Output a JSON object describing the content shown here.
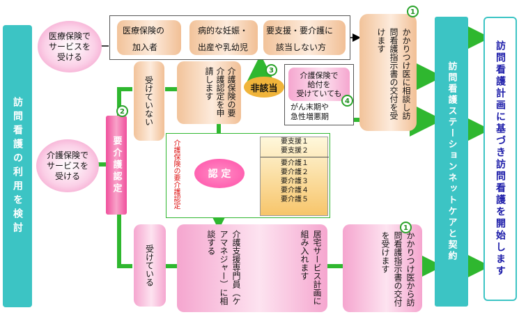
{
  "left_banner": "訪問看護の利用を検討",
  "iryo_cloud": "医療保険で\nサービスを\n受ける",
  "kaigo_cloud": "介護保険で\nサービスを\n受ける",
  "top_box": {
    "col1": [
      "医療保険の",
      "加入者"
    ],
    "col2": [
      "病的な妊娠・",
      "出産や乳幼児"
    ],
    "col3": [
      "要支援・要介護に",
      "該当しない方"
    ]
  },
  "doctor_top": "かかりつけ医に相談し訪問看護指示書の交付を受けます",
  "doctor_bottom": "かかりつけ医から訪問看護指示書の交付を受けます",
  "not_received": "受けていない",
  "apply": "介護保険の要介護認定を申請します",
  "hi_gaitou": "非該当",
  "kaigo_but": "介護保険で\n給付を\n受けていても",
  "cancer": "がん末期や\n急性増悪期",
  "yokaigo_nintei": "要介護認定",
  "nintei_label": "介護保険の要介護認定",
  "nintei": "認 定",
  "levels": [
    "要支援１",
    "要支援２",
    "要介護１",
    "要介護２",
    "要介護３",
    "要介護４",
    "要介護５"
  ],
  "received": "受けている",
  "care_manager": "介護支援専門員（ケアマネジャー）に相談する",
  "plan": "居宅サービス計画に組み入れます",
  "station": "訪問看護ステーションネットケアと契約",
  "start": "訪問看護計画に基づき訪問看護を開始します",
  "marks": {
    "m1": "1",
    "m2": "2",
    "m3": "3",
    "m4": "4"
  },
  "colors": {
    "teal": "#3cc4c4",
    "arrow": "#2fb72f",
    "start_text": "#1a1aa8",
    "nintei_pink": "#ff4fa8"
  }
}
